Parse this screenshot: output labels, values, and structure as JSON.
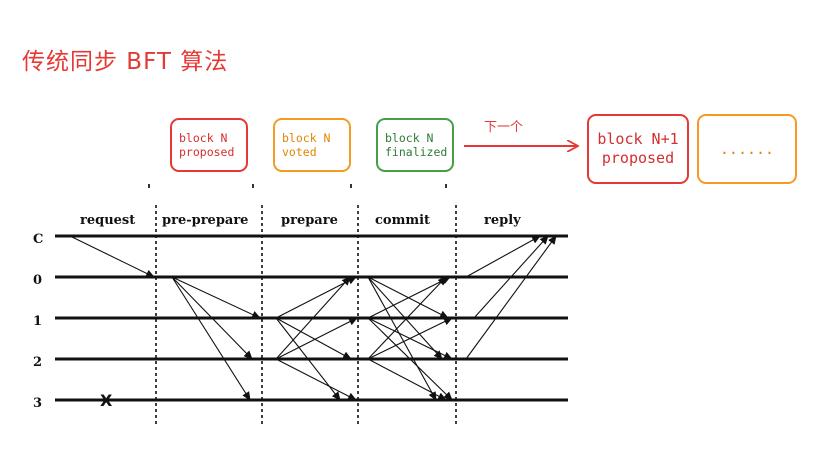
{
  "title": "传统同步 BFT 算法",
  "stages": [
    {
      "line1": "block N",
      "line2": "proposed",
      "color": "#e53935"
    },
    {
      "line1": "block N",
      "line2": "voted",
      "color": "#f59a23"
    },
    {
      "line1": "block N",
      "line2": "finalized",
      "color": "#43a047"
    }
  ],
  "next_label": "下一个",
  "next_block": {
    "line1": "block N+1",
    "line2": "proposed",
    "color": "#e53935"
  },
  "ellipsis": "......",
  "ellipsis_color": "#f59a23",
  "diagram": {
    "phases": [
      "request",
      "pre-prepare",
      "prepare",
      "commit",
      "reply"
    ],
    "nodes": [
      "C",
      "0",
      "1",
      "2",
      "3"
    ],
    "crashed_node_mark": "X"
  }
}
